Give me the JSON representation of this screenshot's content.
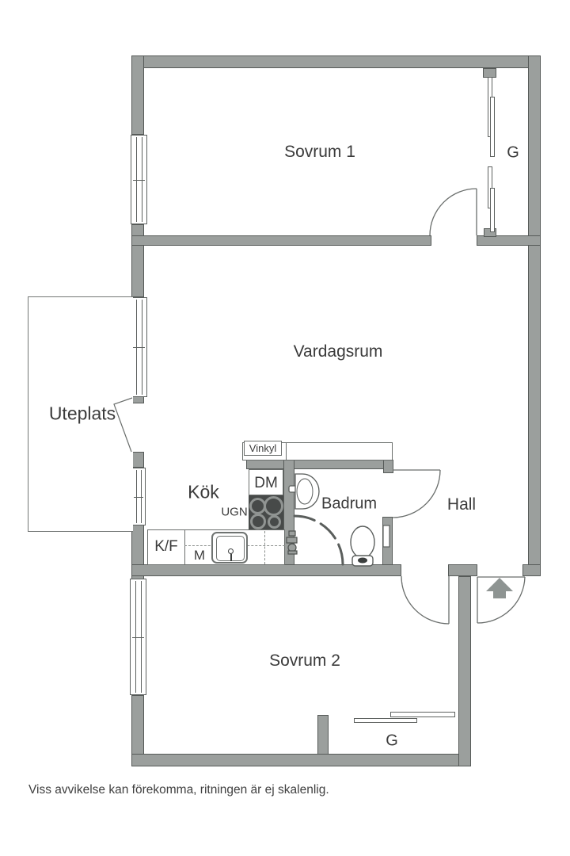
{
  "labels": {
    "sovrum1": "Sovrum 1",
    "garderob1": "G",
    "vardagsrum": "Vardagsrum",
    "uteplats": "Uteplats",
    "kok": "Kök",
    "badrum": "Badrum",
    "hall": "Hall",
    "sovrum2": "Sovrum 2",
    "garderob2": "G",
    "vinkyl": "Vinkyl",
    "diskmaskin": "DM",
    "ugn": "UGN",
    "kyl_frys": "K/F",
    "micro": "M"
  },
  "footer": {
    "disclaimer": "Viss avvikelse kan förekomma, ritningen är ej skalenlig."
  },
  "colors": {
    "wall": "#9b9f9d",
    "wall_outline": "#565a58",
    "fixture_line": "#5a5e5c",
    "stove": "#474a49",
    "arrow": "#8e9492",
    "text": "#3b3b3b"
  }
}
